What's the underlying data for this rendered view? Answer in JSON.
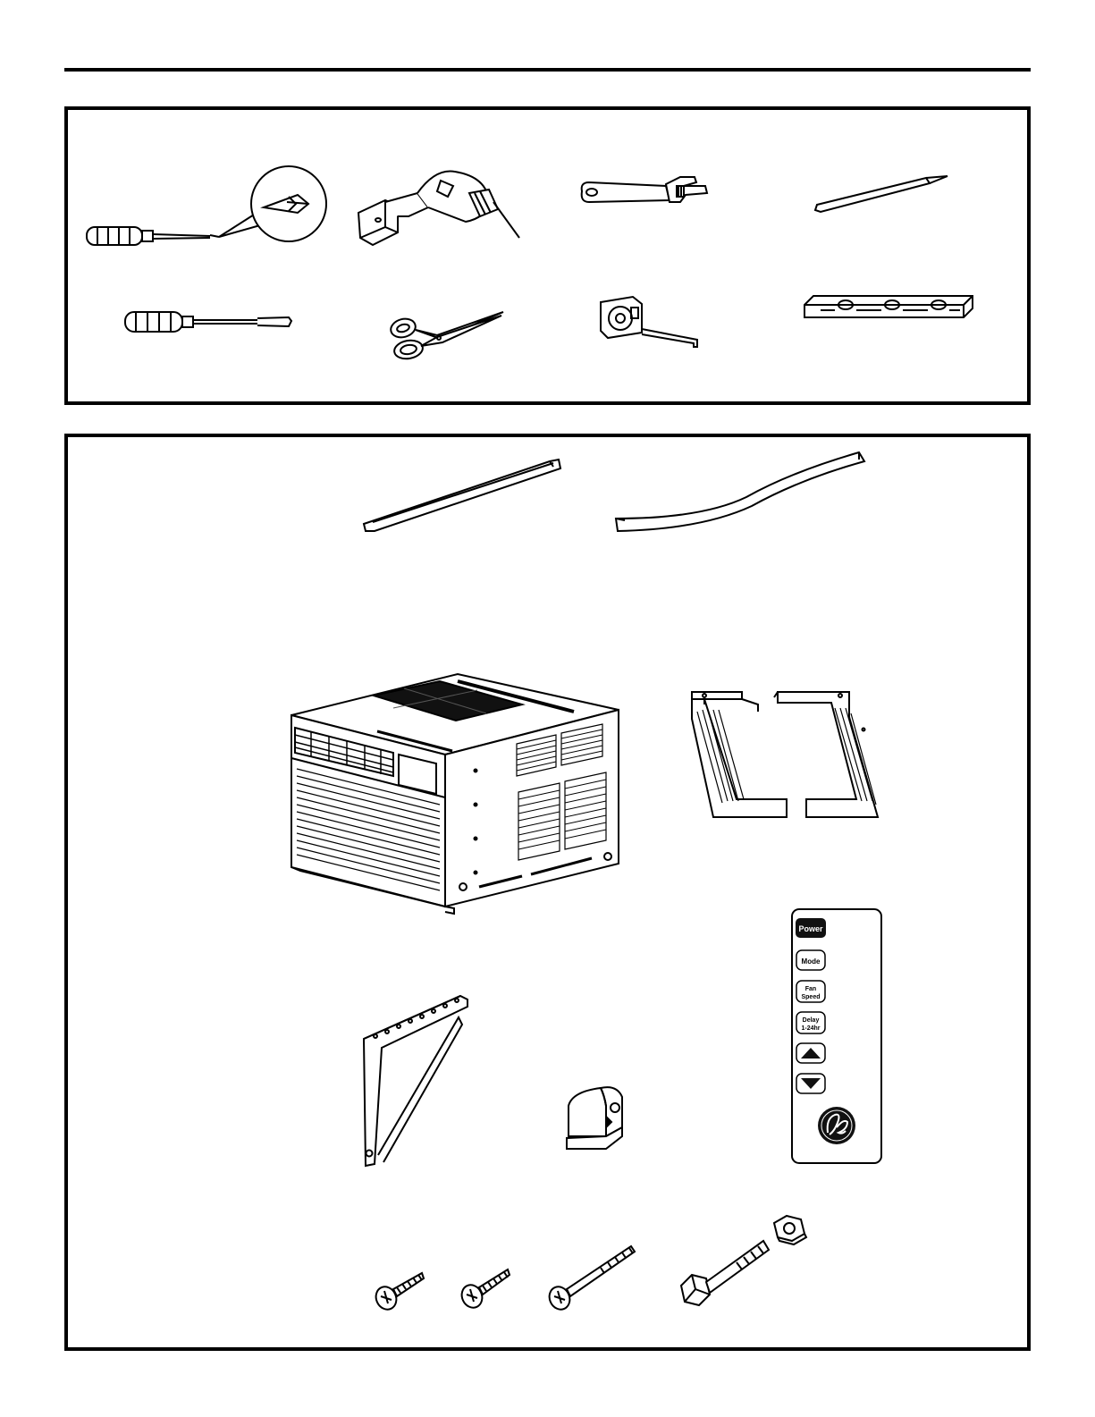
{
  "remote_control": {
    "power_label": "Power",
    "mode_label": "Mode",
    "fan_label_1": "Fan",
    "fan_label_2": "Speed",
    "delay_label_1": "Delay",
    "delay_label_2": "1-24hr"
  },
  "icons": {
    "tools": [
      "phillips-screwdriver-icon",
      "power-drill-icon",
      "adjustable-wrench-icon",
      "pencil-icon",
      "flat-screwdriver-icon",
      "scissors-icon",
      "tape-measure-icon",
      "level-icon"
    ],
    "parts": [
      "top-channel-icon",
      "foam-seal-icon",
      "air-conditioner-unit-icon",
      "side-panels-icon",
      "support-bracket-icon",
      "angle-bracket-icon",
      "remote-control-icon",
      "screws-icon"
    ]
  }
}
